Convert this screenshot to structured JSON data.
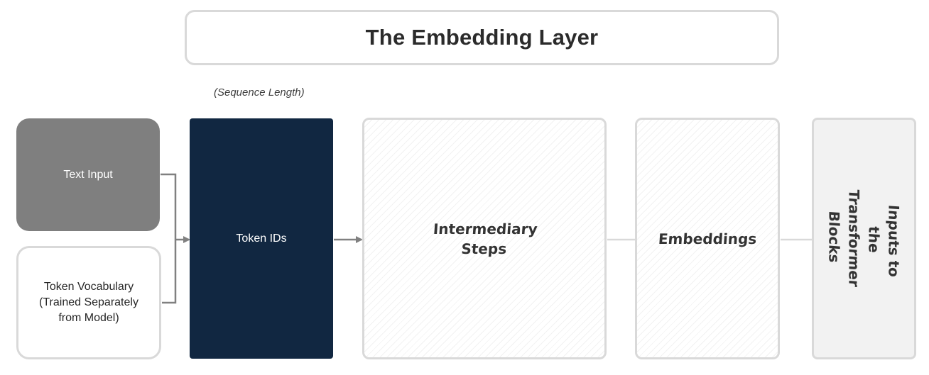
{
  "title": "The Embedding Layer",
  "sequence_label": "(Sequence Length)",
  "nodes": {
    "text_input": "Text Input",
    "token_vocabulary": "Token Vocabulary\n(Trained Separately\nfrom Model)",
    "token_ids": "Token IDs",
    "intermediary_steps": "Intermediary\nSteps",
    "embeddings": "Embeddings",
    "transformer_inputs": "Inputs to the\nTransformer Blocks"
  },
  "colors": {
    "text_input_fill": "#7f7f7f",
    "token_ids_fill": "#112741",
    "border": "#d9d9d9",
    "connector": "#808080",
    "transformer_inputs_fill": "#f2f2f2"
  }
}
